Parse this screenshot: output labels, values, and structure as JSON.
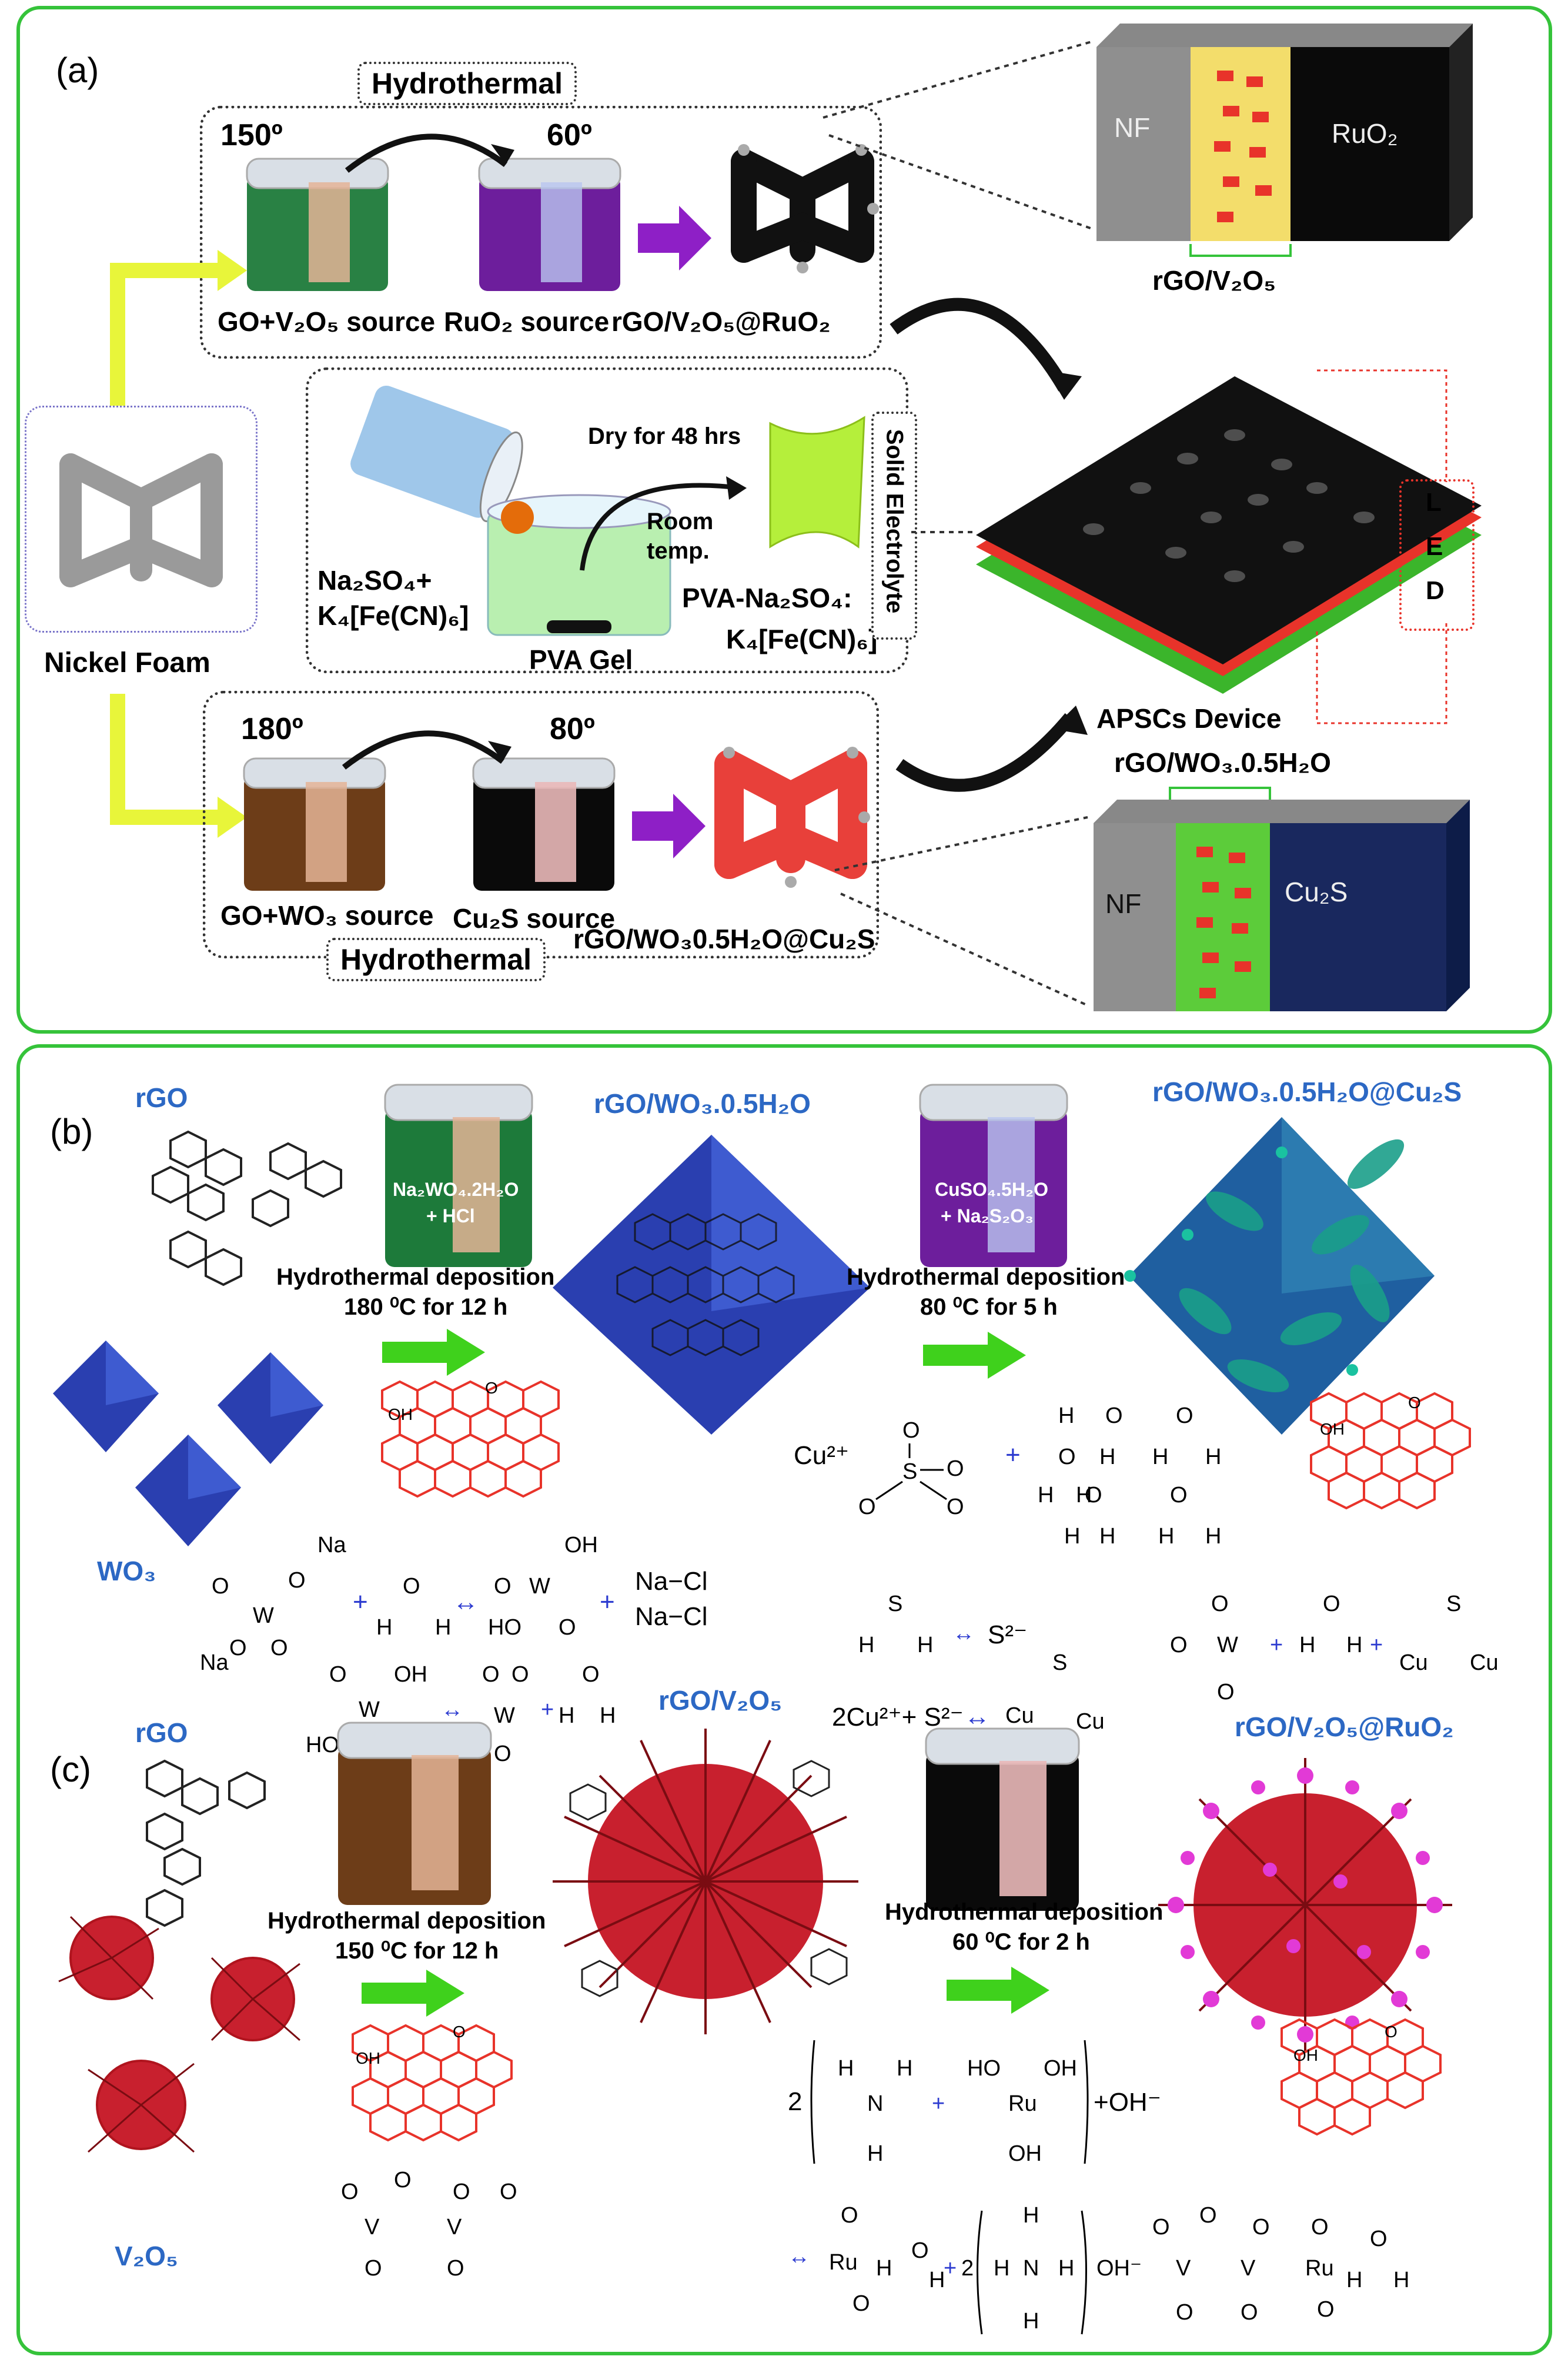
{
  "panel_a": {
    "label": "(a)",
    "hydrothermal_top": "Hydrothermal",
    "hydrothermal_bottom": "Hydrothermal",
    "temp_150": "150º",
    "temp_60": "60º",
    "temp_180": "180º",
    "temp_80": "80º",
    "go_v2o5_source": "GO+V₂O₅ source",
    "ruo2_source": "RuO₂ source",
    "rgo_v2o5_ruo2": "rGO/V₂O₅@RuO₂",
    "nf_top": "NF",
    "ruo2_block": "RuO₂",
    "rgo_v2o5": "rGO/V₂O₅",
    "nickel_foam": "Nickel Foam",
    "na2so4": "Na₂SO₄+",
    "k4fecn6": "K₄[Fe(CN)₆]",
    "dry": "Dry for 48 hrs",
    "room": "Room",
    "temp": "temp.",
    "pva_gel": "PVA Gel",
    "pva_na2so4": "PVA-Na₂SO₄:",
    "pva_k4": "K₄[Fe(CN)₆]",
    "solid_electrolyte": "Solid Electrolyte",
    "led": [
      "L",
      "E",
      "D"
    ],
    "apscs": "APSCs Device",
    "rgo_wo3_label": "rGO/WO₃.0.5H₂O",
    "go_wo3_source": "GO+WO₃ source",
    "cu2s_source": "Cu₂S source",
    "rgo_wo3_cu2s": "rGO/WO₃0.5H₂O@Cu₂S",
    "nf_bottom": "NF",
    "cu2s_block": "Cu₂S"
  },
  "panel_b": {
    "label": "(b)",
    "rgo": "rGO",
    "wo3": "WO₃",
    "beaker1_text1": "Na₂WO₄.2H₂O",
    "beaker1_text2": "+ HCl",
    "step1_title": "Hydrothermal deposition",
    "step1_cond": "180 ⁰C for 12 h",
    "product1": "rGO/WO₃.0.5H₂O",
    "beaker2_text1": "CuSO₄.5H₂O",
    "beaker2_text2": "+ Na₂S₂O₃",
    "step2_title": "Hydrothermal deposition",
    "step2_cond": "80 ⁰C for 5 h",
    "product2": "rGO/WO₃.0.5H₂O@Cu₂S",
    "oh": "OH",
    "o": "O",
    "cu2plus": "Cu²⁺",
    "s2minus": "S²⁻",
    "two_cu": "2Cu²⁺+ S²⁻",
    "cu": "Cu",
    "na_cl": "Na−Cl"
  },
  "panel_c": {
    "label": "(c)",
    "rgo": "rGO",
    "v2o5": "V₂O₅",
    "step1_title": "Hydrothermal deposition",
    "step1_cond": "150 ⁰C for 12 h",
    "product1": "rGO/V₂O₅",
    "step2_title": "Hydrothermal deposition",
    "step2_cond": "60 ⁰C for 2 h",
    "product2": "rGO/V₂O₅@RuO₂",
    "oh": "OH",
    "o": "O",
    "two": "2",
    "oh_minus": "OH⁻",
    "ru": "Ru",
    "plus_ohminus": "+OH⁻"
  },
  "colors": {
    "panel_border": "#35c33a",
    "label_blue": "#2c68c4",
    "arrow_green": "#3fd11c",
    "arrow_purple": "#8e1fc6",
    "arrow_yellow": "#e8f53a",
    "graphene_red": "#e8332a",
    "wo3_blue": "#2a3fb0"
  }
}
